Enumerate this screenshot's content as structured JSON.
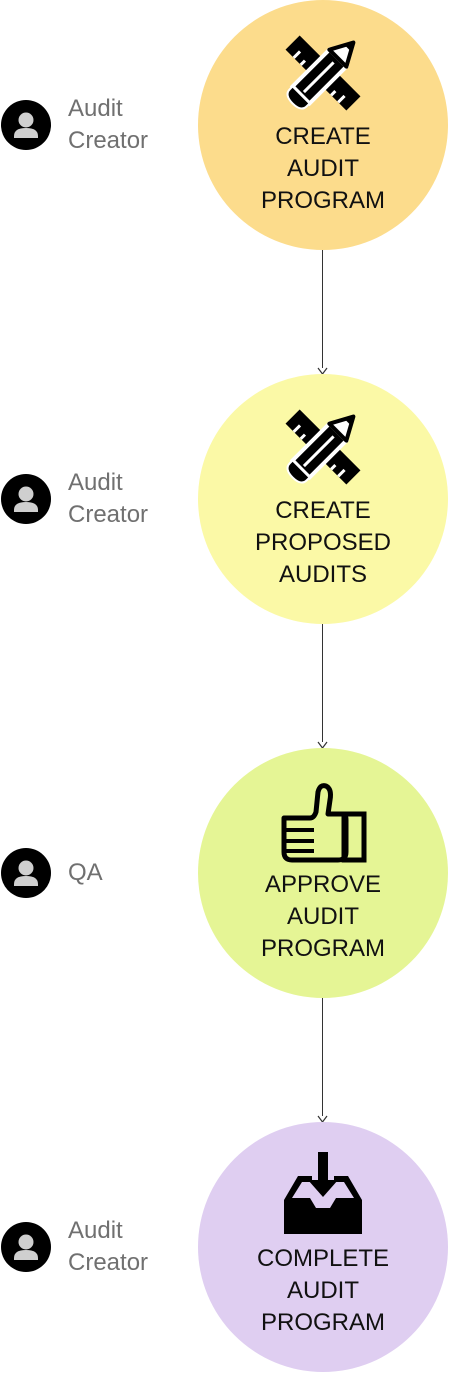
{
  "colors": {
    "create_program": "#fcdc8c",
    "proposed_audits": "#fbf9a6",
    "approve": "#e5f595",
    "complete": "#dfcef1",
    "role_text": "#707070",
    "label_text": "#111111"
  },
  "steps": [
    {
      "role_line1": "Audit",
      "role_line2": "Creator",
      "label_lines": [
        "CREATE",
        "AUDIT",
        "PROGRAM"
      ],
      "icon": "pencil-ruler-icon"
    },
    {
      "role_line1": "Audit",
      "role_line2": "Creator",
      "label_lines": [
        "CREATE",
        "PROPOSED",
        "AUDITS"
      ],
      "icon": "pencil-ruler-icon"
    },
    {
      "role_line1": "QA",
      "role_line2": "",
      "label_lines": [
        "APPROVE",
        "AUDIT",
        "PROGRAM"
      ],
      "icon": "thumbs-up-icon"
    },
    {
      "role_line1": "Audit",
      "role_line2": "Creator",
      "label_lines": [
        "COMPLETE",
        "AUDIT",
        "PROGRAM"
      ],
      "icon": "inbox-download-icon"
    }
  ]
}
